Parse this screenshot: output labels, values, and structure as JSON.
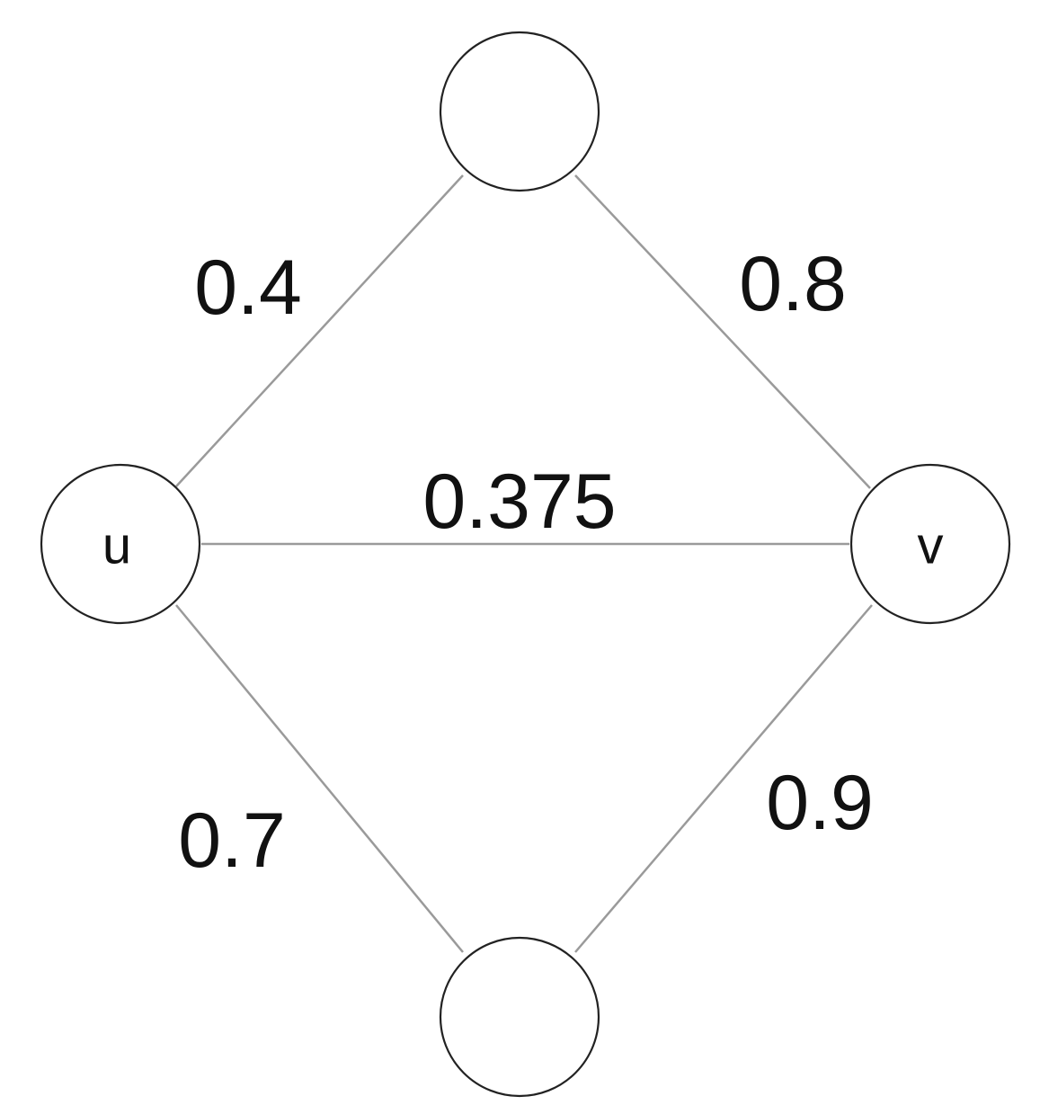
{
  "graph": {
    "nodes": {
      "top": {
        "label": ""
      },
      "u": {
        "label": "u"
      },
      "v": {
        "label": "v"
      },
      "bottom": {
        "label": ""
      }
    },
    "edges": {
      "u_top": {
        "weight": "0.4"
      },
      "top_v": {
        "weight": "0.8"
      },
      "u_v": {
        "weight": "0.375"
      },
      "u_bottom": {
        "weight": "0.7"
      },
      "bottom_v": {
        "weight": "0.9"
      }
    }
  }
}
